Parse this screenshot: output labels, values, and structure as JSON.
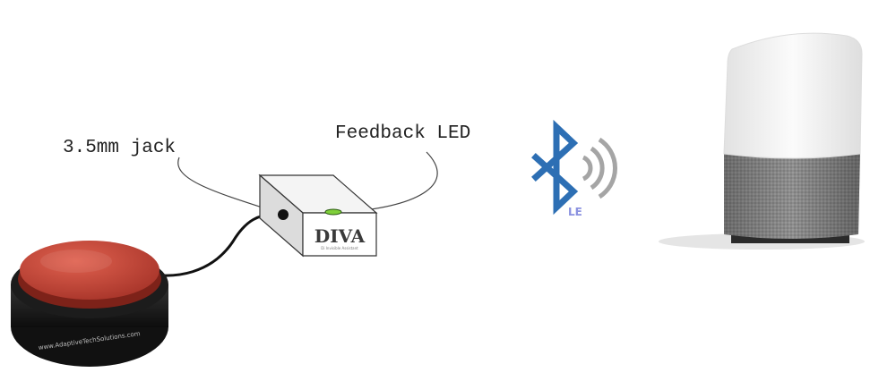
{
  "labels": {
    "jack": "3.5mm jack",
    "led": "Feedback LED"
  },
  "device": {
    "name": "DIVA",
    "subtitle": "Di Invisible Assistant"
  },
  "switch": {
    "brand_text": "www.AdaptiveTechSolutions.com"
  },
  "bluetooth": {
    "badge": "LE"
  },
  "colors": {
    "bluetooth": "#2d6fb4",
    "switch_cap": "#c8473a",
    "led": "#7fcf3a",
    "speaker_top": "#f2f2f2",
    "speaker_fabric": "#8d8d8d"
  }
}
